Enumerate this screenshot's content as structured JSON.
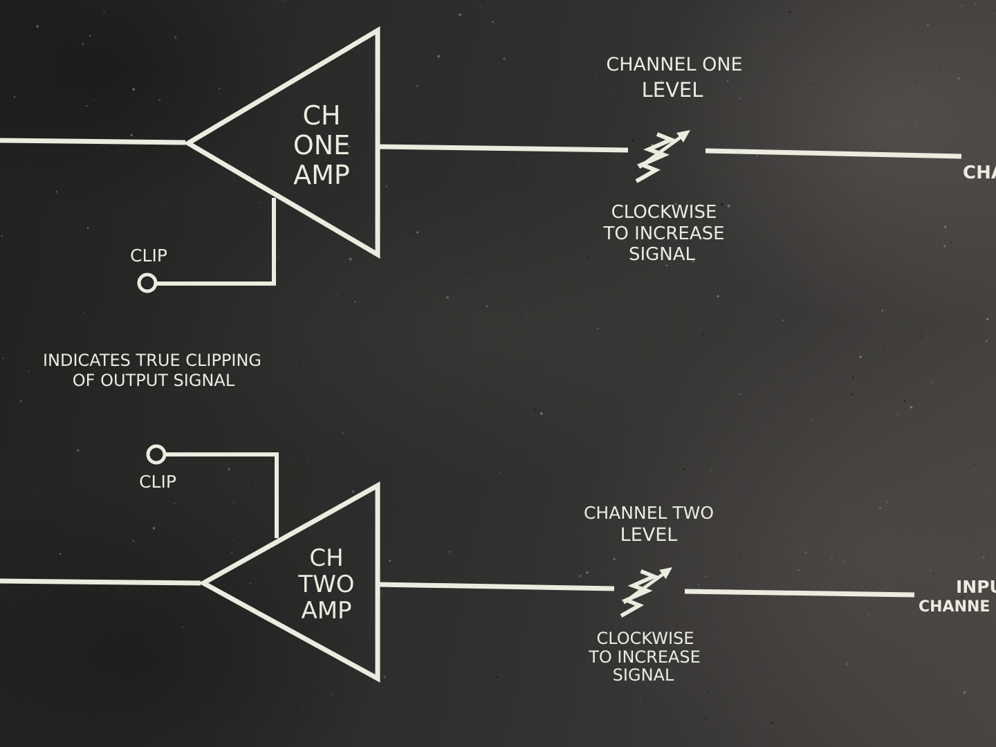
{
  "channel_one": {
    "amp_label": [
      "CH",
      "ONE",
      "AMP"
    ],
    "level_title": [
      "CHANNEL ONE",
      "LEVEL"
    ],
    "level_hint": [
      "CLOCKWISE",
      "TO INCREASE",
      "SIGNAL"
    ],
    "clip_label": "CLIP",
    "edge_label": "CHA"
  },
  "clip_note": [
    "INDICATES TRUE CLIPPING",
    "OF OUTPUT SIGNAL"
  ],
  "channel_two": {
    "amp_label": [
      "CH",
      "TWO",
      "AMP"
    ],
    "level_title": [
      "CHANNEL TWO",
      "LEVEL"
    ],
    "level_hint": [
      "CLOCKWISE",
      "TO INCREASE",
      "SIGNAL"
    ],
    "clip_label": "CLIP",
    "edge_label": [
      "INPU",
      "CHANNE"
    ]
  },
  "colors": {
    "panel": "#2b2a29",
    "print": "#ecebe0"
  }
}
